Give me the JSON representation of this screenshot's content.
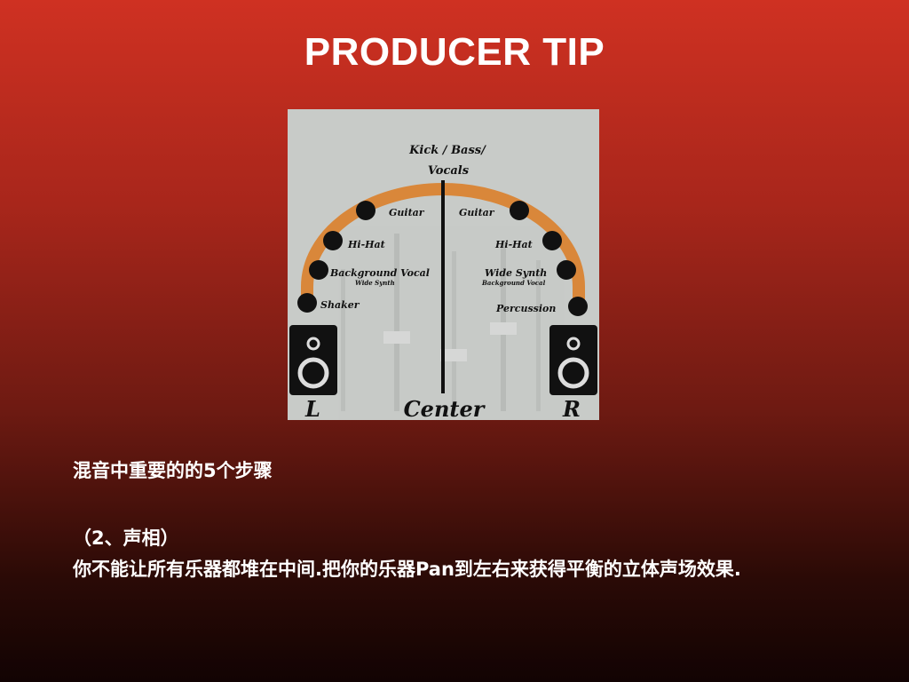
{
  "title": "PRODUCER TIP",
  "diagram": {
    "top_label_line1": "Kick / Bass/",
    "top_label_line2": "Vocals",
    "left": {
      "guitar": "Guitar",
      "hihat": "Hi-Hat",
      "bg_vocal": "Background Vocal",
      "bg_vocal_sub": "Wide Synth",
      "shaker": "Shaker"
    },
    "right": {
      "guitar": "Guitar",
      "hihat": "Hi-Hat",
      "wide_synth": "Wide Synth",
      "wide_synth_sub": "Background Vocal",
      "percussion": "Percussion"
    },
    "bottom": {
      "l": "L",
      "center": "Center",
      "r": "R"
    },
    "colors": {
      "arc": "#d9873a",
      "dot": "#111111",
      "background": "#c9ccc9"
    }
  },
  "text": {
    "heading": "混音中重要的的5个步骤",
    "step": "（2、声相）",
    "body": "你不能让所有乐器都堆在中间.把你的乐器Pan到左右来获得平衡的立体声场效果."
  }
}
